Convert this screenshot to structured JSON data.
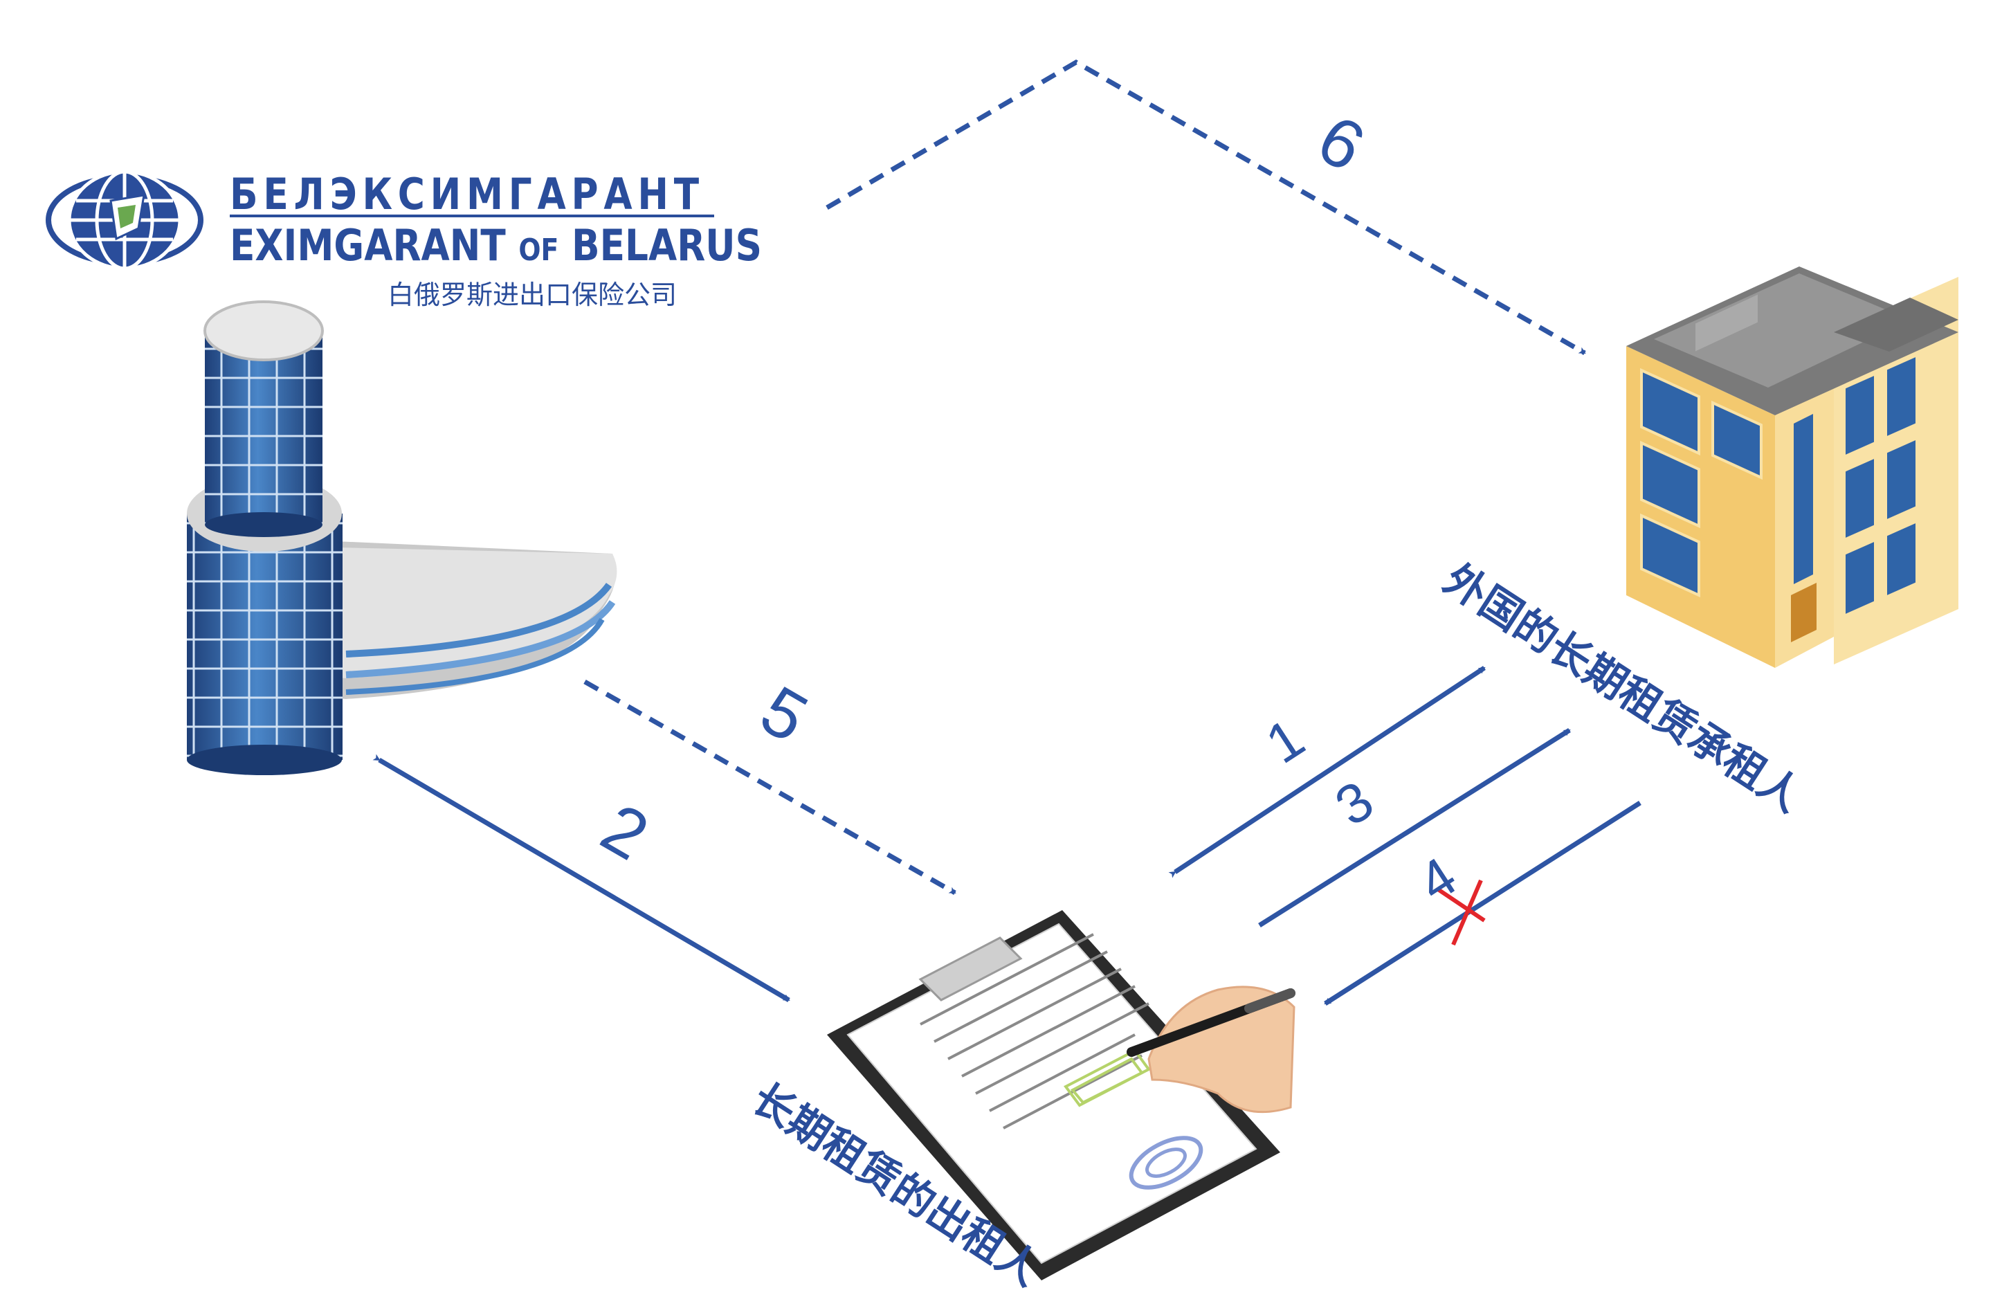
{
  "logo": {
    "name_ru": "БЕЛЭКСИМГАРАНТ",
    "name_en_part1": "EXIMGARANT ",
    "name_en_of": "OF",
    "name_en_part2": " BELARUS",
    "name_cn": "白俄罗斯进出口保险公司"
  },
  "parties": {
    "lessee_label": "外国的长期租赁承租人",
    "lessor_label": "长期租赁的出租人"
  },
  "flows": {
    "step1": "1",
    "step2": "2",
    "step3": "3",
    "step4": "4",
    "step5": "5",
    "step6": "6"
  },
  "colors": {
    "arrow": "#2e55a4",
    "text": "#2a4d9b",
    "cross": "#e3262b",
    "building_wall": "#f6d58a",
    "glass": "#2f64a8"
  }
}
